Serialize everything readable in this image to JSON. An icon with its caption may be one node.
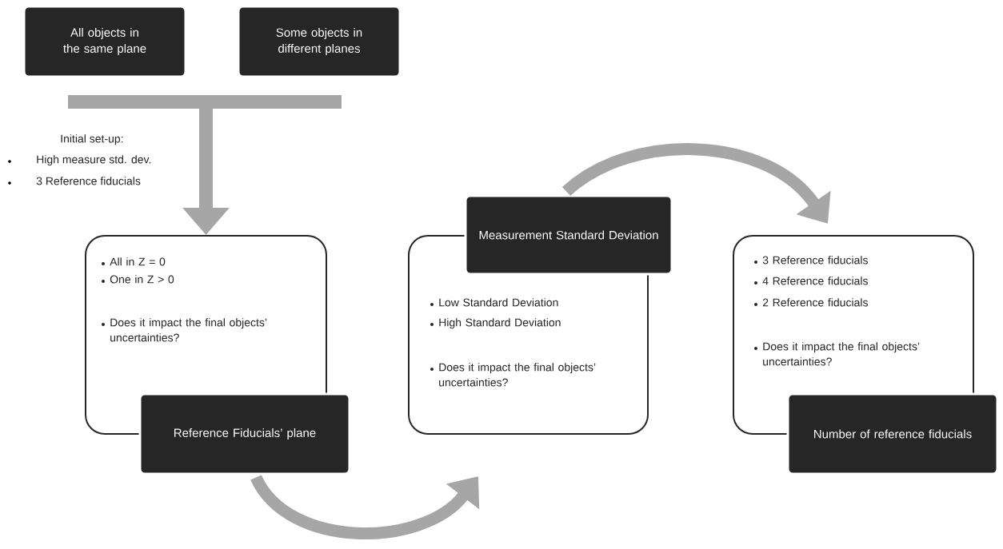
{
  "diagram": {
    "nodes": [
      {
        "text": [
          "All objects in the same plane"
        ]
      },
      {
        "text": [
          "Some objects in different planes"
        ]
      },
      {
        "text": [
          "All in Z = 0",
          "One in Z > 0",
          "Does it impact the final objects’ uncertainties?"
        ]
      },
      {
        "text": [
          "Reference Fiducials’ plane"
        ]
      },
      {
        "text": [
          "Low Standard Deviation",
          "High Standard Deviation",
          "Does it impact the final objects’ uncertainties?"
        ]
      },
      {
        "text": [
          "Measurement Standard Deviation"
        ]
      },
      {
        "text": [
          "3 Reference fiducials",
          "4 Reference fiducials",
          "2 Reference fiducials",
          "Does it impact the final objects’ uncertainties?"
        ]
      },
      {
        "text": [
          "Number of reference fiducials"
        ]
      }
    ],
    "edges": [
      {
        "from": 0,
        "to": 2,
        "arrow": "to"
      },
      {
        "from": 1,
        "to": 2,
        "arrow": "to"
      },
      {
        "from": 3,
        "to": 4,
        "arrow": "to"
      },
      {
        "from": 5,
        "to": 6,
        "arrow": "to"
      }
    ],
    "labels": [
      "Initial set-up:",
      "High measure std. dev.",
      "3 Reference fiducials"
    ]
  }
}
